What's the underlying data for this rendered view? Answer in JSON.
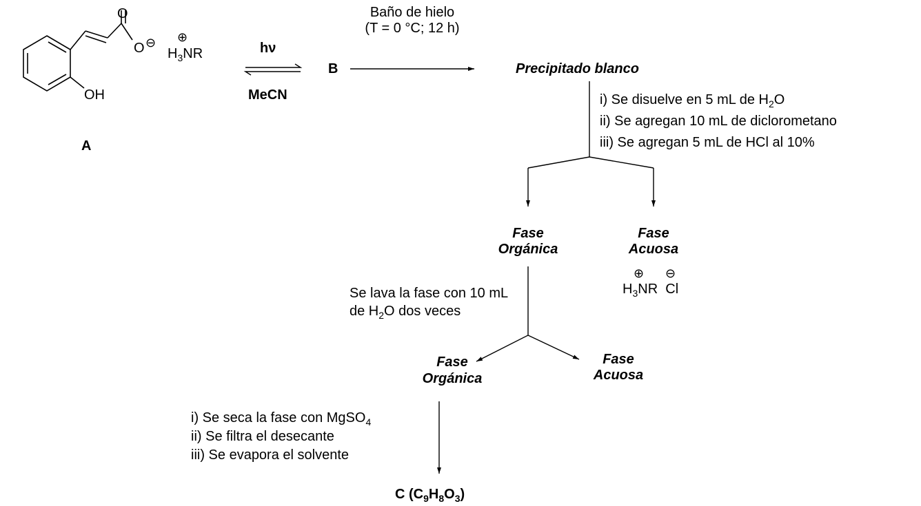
{
  "compound_a": {
    "label": "A",
    "oxygen": "O",
    "carbox_oxygen": "O",
    "hydroxyl": "OH",
    "ammonium_h": "H",
    "ammonium_sub": "3",
    "ammonium_rest": "NR",
    "plus_symbol": "⊕",
    "minus_symbol": "⊖"
  },
  "step1": {
    "top": "hν",
    "bottom": "MeCN",
    "product": "B"
  },
  "step2": {
    "line1": "Baño de hielo",
    "line2": "(T = 0 °C; 12 h)",
    "product": "Precipitado blanco"
  },
  "extraction": {
    "step_i_a": "i) Se disuelve en 5 mL de H",
    "step_i_sub": "2",
    "step_i_b": "O",
    "step_ii": "ii) Se agregan 10 mL de diclorometano",
    "step_iii": "iii) Se agregan 5 mL de HCl al 10%"
  },
  "branch1": {
    "organic_1": "Fase",
    "organic_2": "Orgánica",
    "aqueous_1": "Fase",
    "aqueous_2": "Acuosa",
    "salt_h": "H",
    "salt_sub": "3",
    "salt_nr": "NR",
    "salt_cl": "Cl"
  },
  "wash": {
    "line1": "Se lava la fase con 10 mL",
    "line2_a": "de H",
    "line2_sub": "2",
    "line2_b": "O dos veces"
  },
  "branch2": {
    "organic_1": "Fase",
    "organic_2": "Orgánica",
    "aqueous_1": "Fase",
    "aqueous_2": "Acuosa"
  },
  "final_steps": {
    "step_i_a": "i) Se seca la fase con MgSO",
    "step_i_sub": "4",
    "step_ii": "ii) Se filtra el desecante",
    "step_iii": "iii) Se evapora el solvente"
  },
  "product_c": {
    "a": "C (C",
    "s1": "9",
    "b": "H",
    "s2": "8",
    "c": "O",
    "s3": "3",
    "d": ")"
  }
}
